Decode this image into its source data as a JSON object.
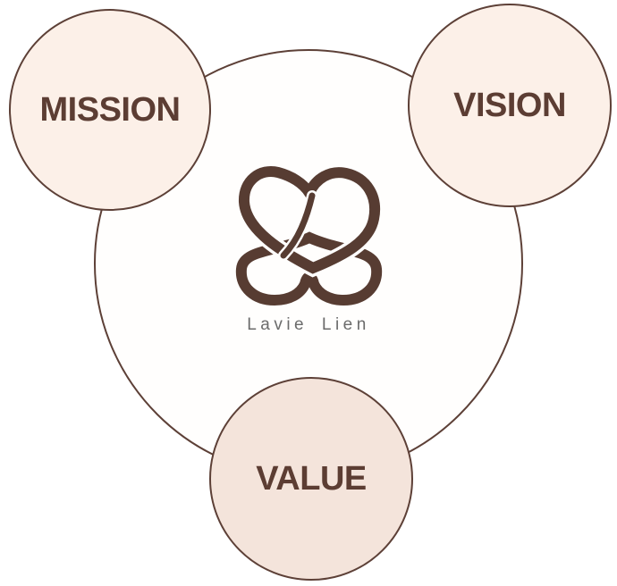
{
  "colors": {
    "brand-brown": "#5d4037",
    "heading-brown": "#5c3d33",
    "logo-brown": "#573c32",
    "node-fill": "#fcf0e8",
    "value-fill": "#f4e4db",
    "center-fill": "#fffefd",
    "brand-gray": "#6b6b6b"
  },
  "diagram": {
    "center": {
      "brand_name": "Lavie Lien",
      "logo_icon": "interlocked-hearts-knot-icon"
    },
    "nodes": [
      {
        "id": "mission",
        "label": "MISSION"
      },
      {
        "id": "vision",
        "label": "VISION"
      },
      {
        "id": "value",
        "label": "VALUE"
      }
    ]
  }
}
